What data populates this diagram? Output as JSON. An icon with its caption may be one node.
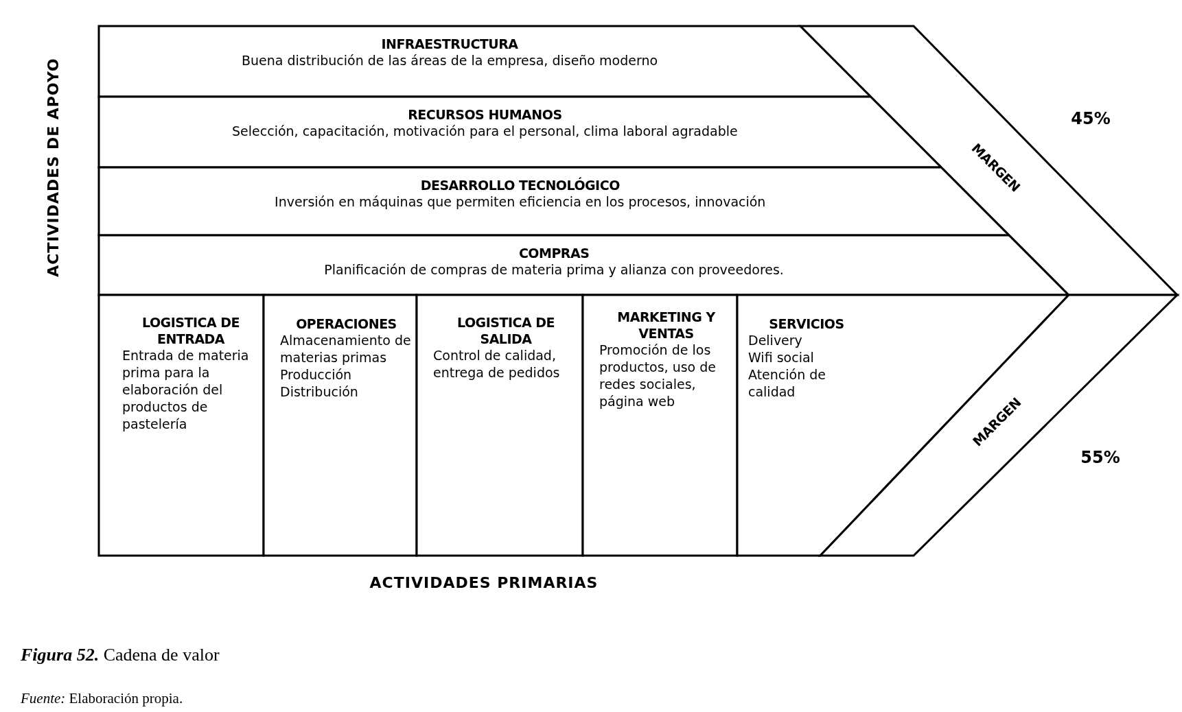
{
  "diagram": {
    "caption": "**Figura 52.** Cadena de valor",
    "nodes": [
      {
        "text": [
          "INFRAESTRUCTURA",
          "Buena distribución de las áreas de la empresa, diseño moderno"
        ]
      },
      {
        "text": [
          "RECURSOS HUMANOS",
          "Selección, capacitación, motivación para el personal, clima laboral agradable"
        ]
      },
      {
        "text": [
          "DESARROLLO TECNOLÓGICO",
          "Inversión en máquinas que permiten eficiencia en los procesos, innovación"
        ]
      },
      {
        "text": [
          "COMPRAS",
          "Planificación de compras de materia prima y alianza con proveedores."
        ]
      },
      {
        "text": [
          "LOGISTICA DE ENTRADA",
          "Entrada de materia prima para la elaboración del productos de pastelería"
        ]
      },
      {
        "text": [
          "OPERACIONES",
          "Almacenamiento de materias primas",
          "Producción",
          "Distribución"
        ]
      },
      {
        "text": [
          "LOGISTICA DE SALIDA",
          "Control de calidad, entrega de pedidos"
        ]
      },
      {
        "text": [
          "MARKETING Y VENTAS",
          "Promoción de los productos, uso de redes sociales, página web"
        ]
      },
      {
        "text": [
          "SERVICIOS",
          "Delivery",
          "Wifi social",
          "Atención de calidad"
        ]
      },
      {
        "text": [
          "MARGEN"
        ]
      },
      {
        "text": [
          "MARGEN"
        ]
      }
    ],
    "labels": [
      "ACTIVIDADES DE APOYO",
      "45%",
      "55%",
      "ACTIVIDADES PRIMARIAS",
      "*Fuente:* Elaboración propia."
    ]
  }
}
